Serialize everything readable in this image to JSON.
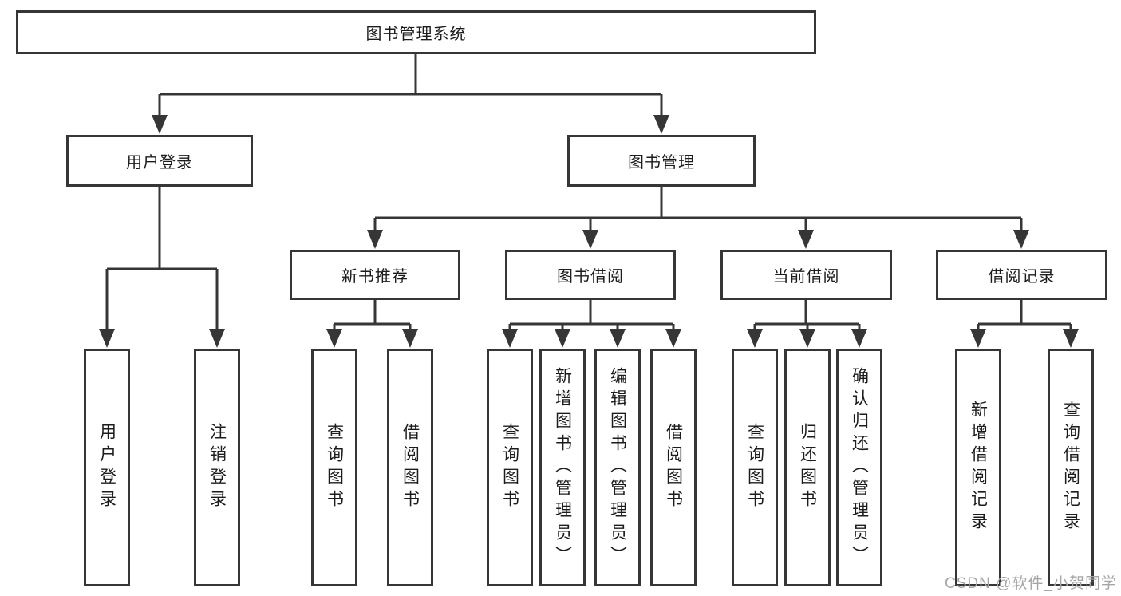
{
  "tree": {
    "label": "图书管理系统",
    "children": [
      {
        "label": "用户登录",
        "children": [
          {
            "label": "用户登录"
          },
          {
            "label": "注销登录"
          }
        ]
      },
      {
        "label": "图书管理",
        "children": [
          {
            "label": "新书推荐",
            "children": [
              {
                "label": "查询图书"
              },
              {
                "label": "借阅图书"
              }
            ]
          },
          {
            "label": "图书借阅",
            "children": [
              {
                "label": "查询图书"
              },
              {
                "label": "新增图书（管理员）"
              },
              {
                "label": "编辑图书（管理员）"
              },
              {
                "label": "借阅图书"
              }
            ]
          },
          {
            "label": "当前借阅",
            "children": [
              {
                "label": "查询图书"
              },
              {
                "label": "归还图书"
              },
              {
                "label": "确认归还（管理员）"
              }
            ]
          },
          {
            "label": "借阅记录",
            "children": [
              {
                "label": "新增借阅记录"
              },
              {
                "label": "查询借阅记录"
              }
            ]
          }
        ]
      }
    ]
  },
  "watermark": {
    "text": "CSDN @软件_小贺同学"
  },
  "colors": {
    "line": "#363636",
    "box_border": "#363636",
    "text": "#1c1c1c",
    "watermark": "#a6a6a6",
    "background": "#ffffff"
  }
}
